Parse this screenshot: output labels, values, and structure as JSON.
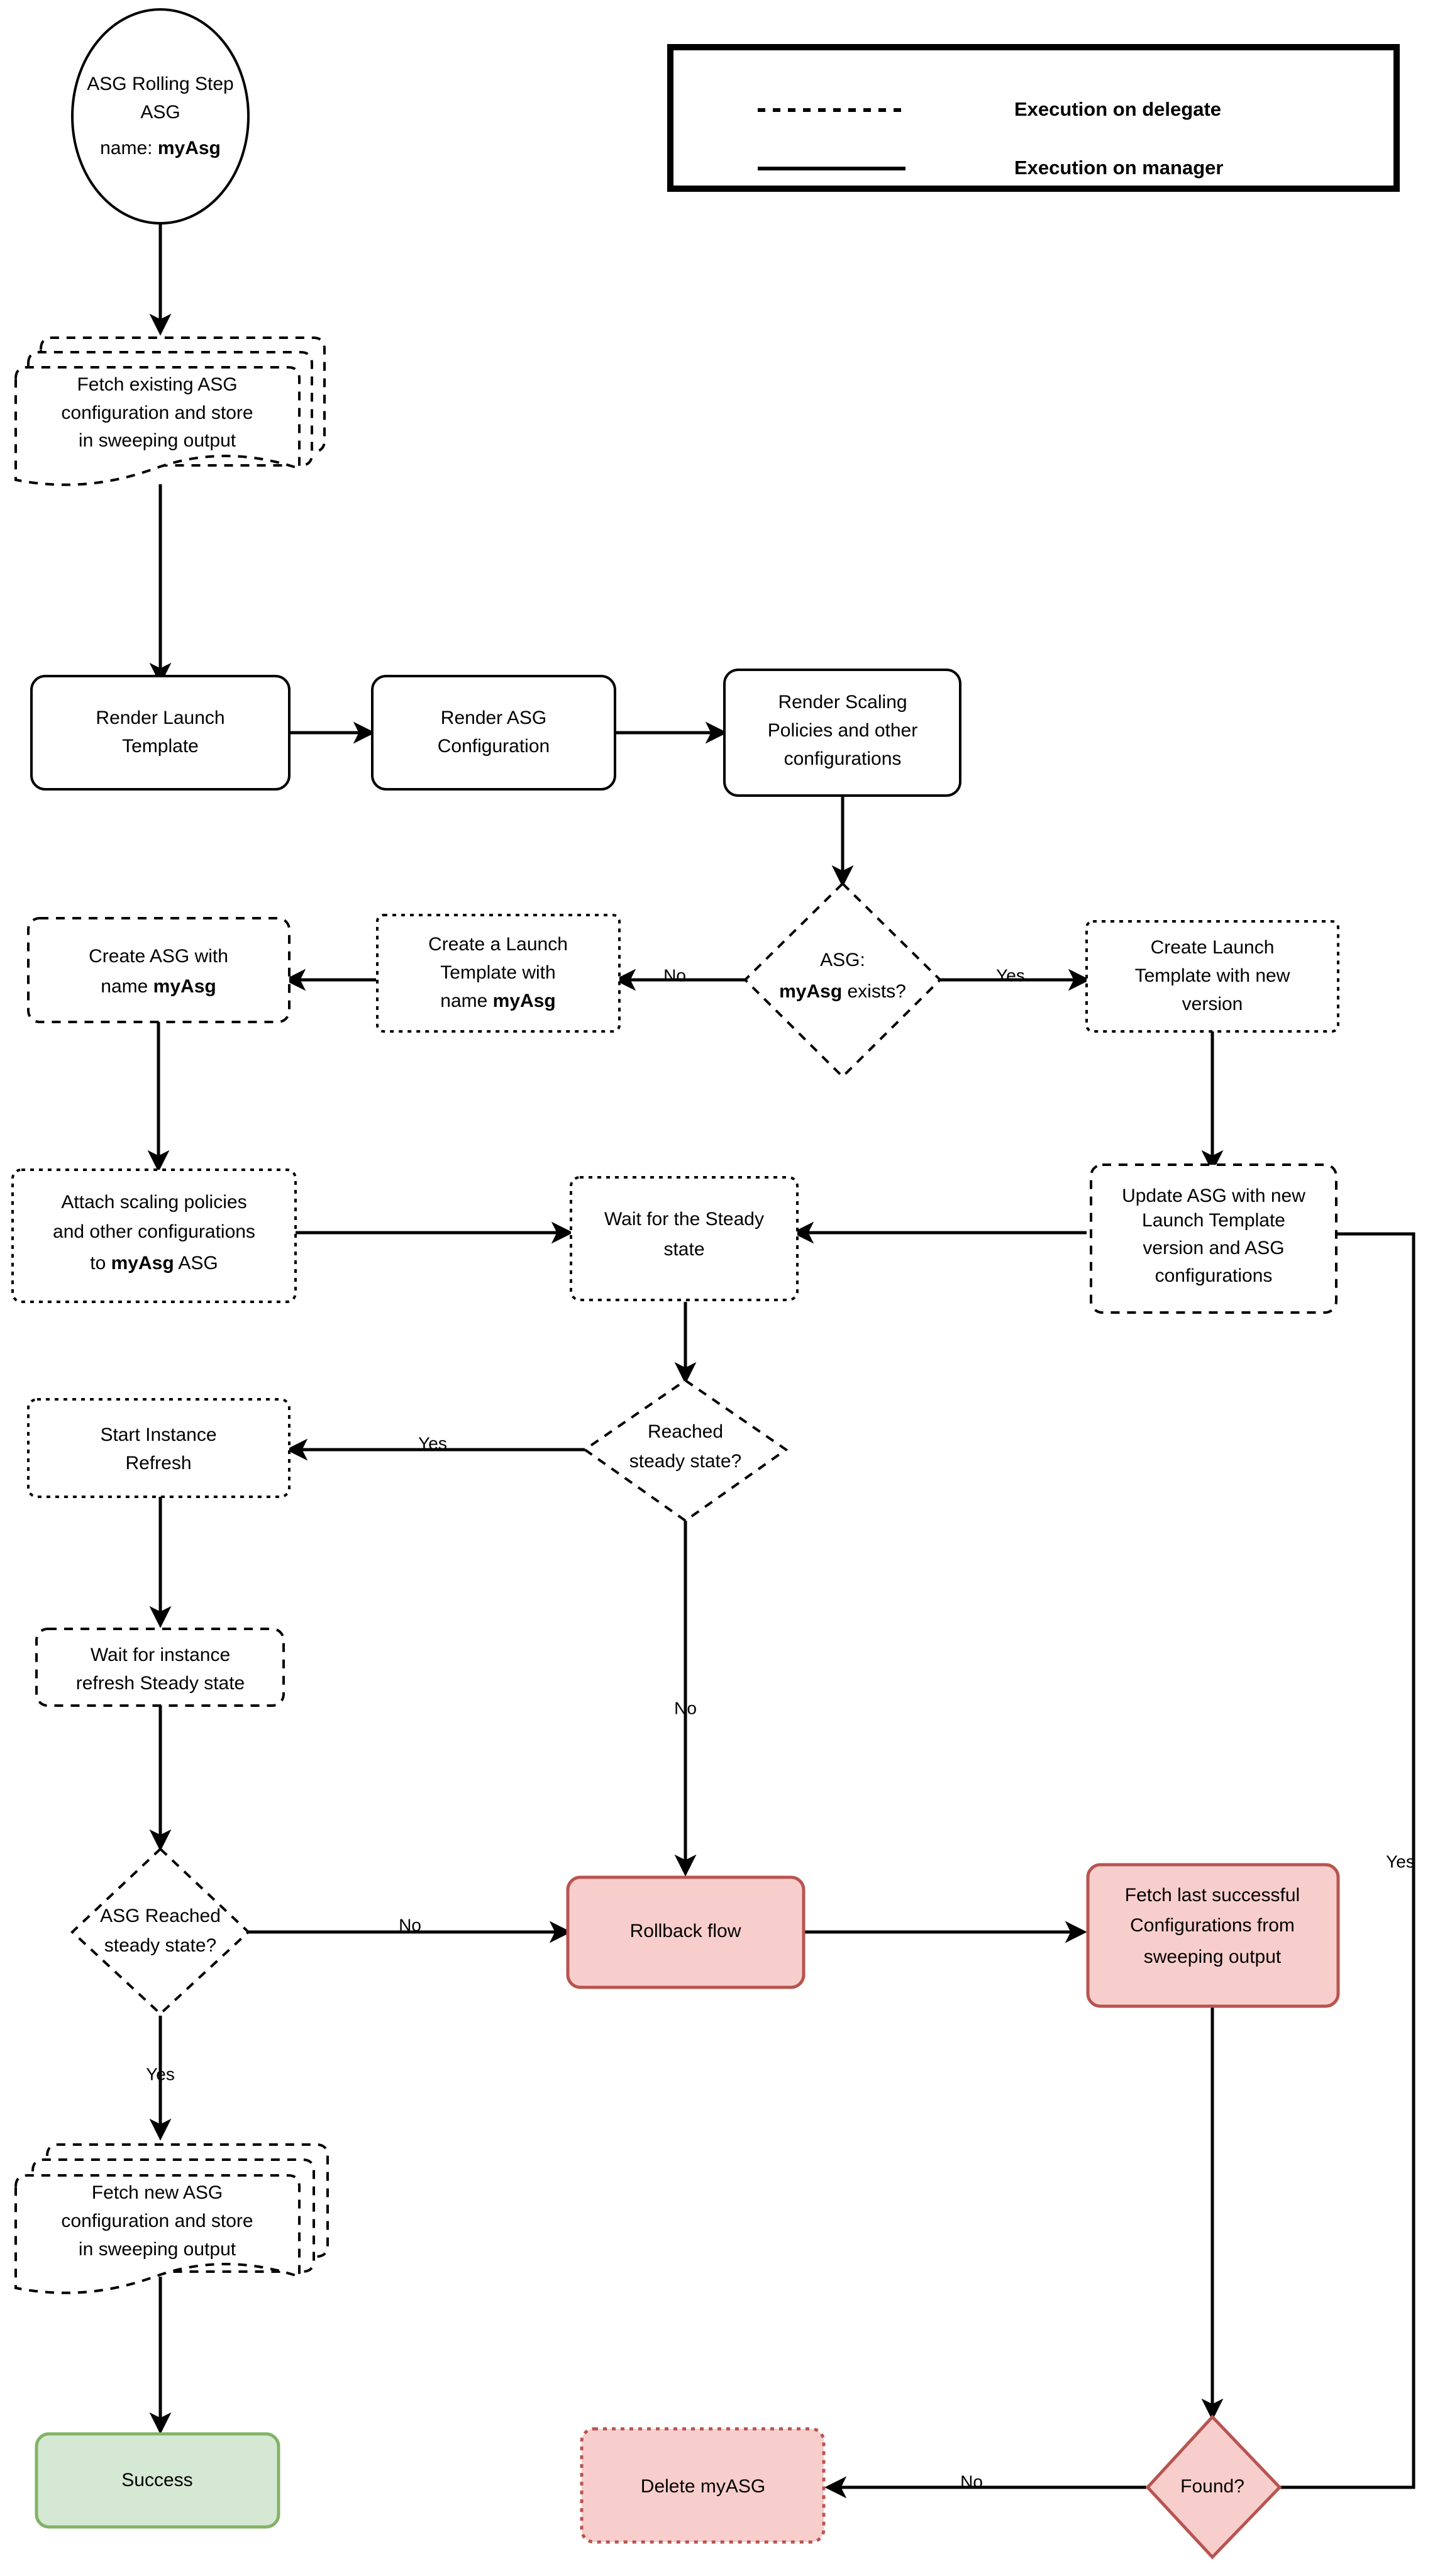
{
  "diagram": {
    "title": "ASG Rolling Step flowchart",
    "colors": {
      "red_fill": "#f8cecc",
      "red_stroke": "#b85450",
      "green_fill": "#d5e8d4",
      "green_stroke": "#82b366",
      "default_fill": "#ffffff",
      "default_stroke": "#000000"
    }
  },
  "legend": {
    "items": [
      {
        "style": "dashed",
        "label": "Execution on delegate"
      },
      {
        "style": "solid",
        "label": "Execution on manager"
      }
    ]
  },
  "nodes": {
    "start": {
      "line1": "ASG Rolling Step",
      "line2": "ASG",
      "line3_prefix": "name: ",
      "line3_bold": "myAsg"
    },
    "fetch_existing": {
      "line1": "Fetch existing ASG",
      "line2": "configuration and store",
      "line3": "in sweeping output"
    },
    "render_launch_template": {
      "line1": "Render Launch",
      "line2": "Template"
    },
    "render_asg_config": {
      "line1": "Render ASG",
      "line2": "Configuration"
    },
    "render_scaling": {
      "line1": "Render Scaling",
      "line2": "Policies and other",
      "line3": "configurations"
    },
    "asg_exists": {
      "line1": "ASG:",
      "line2_bold": "myAsg",
      "line2_rest": " exists?"
    },
    "create_launch_template_new_version": {
      "line1": "Create Launch",
      "line2": "Template with new",
      "line3": "version"
    },
    "create_a_launch_template": {
      "line1": "Create a Launch",
      "line2": "Template with",
      "line3_prefix": "name ",
      "line3_bold": "myAsg"
    },
    "create_asg": {
      "line1": "Create ASG with",
      "line2_prefix": "name ",
      "line2_bold": "myAsg"
    },
    "attach_scaling": {
      "line1": "Attach scaling policies",
      "line2": "and other configurations",
      "line3_prefix": "to ",
      "line3_bold": "myAsg",
      "line3_suffix": " ASG"
    },
    "wait_steady": {
      "line1": "Wait for the Steady",
      "line2": "state"
    },
    "update_asg": {
      "line1": "Update ASG with new",
      "line2": "Launch Template",
      "line3": "version and ASG",
      "line4": "configurations"
    },
    "reached_steady": {
      "line1": "Reached",
      "line2": "steady state?"
    },
    "start_instance_refresh": {
      "line1": "Start Instance",
      "line2": "Refresh"
    },
    "wait_instance_refresh": {
      "line1": "Wait for instance",
      "line2": "refresh Steady state"
    },
    "asg_reached_steady": {
      "line1": "ASG Reached",
      "line2": "steady state?"
    },
    "rollback_flow": {
      "line1": "Rollback flow"
    },
    "fetch_last_successful": {
      "line1": "Fetch last successful",
      "line2": "Configurations from",
      "line3": "sweeping output"
    },
    "fetch_new_asg": {
      "line1": "Fetch new ASG",
      "line2": "configuration and store",
      "line3": "in sweeping output"
    },
    "success": {
      "line1": "Success"
    },
    "delete_myasg": {
      "line1": "Delete myASG"
    },
    "found": {
      "line1": "Found?"
    }
  },
  "edge_labels": {
    "asg_exists_no": "No",
    "asg_exists_yes": "Yes",
    "reached_steady_yes": "Yes",
    "reached_steady_no": "No",
    "asg_reached_no": "No",
    "asg_reached_yes": "Yes",
    "found_no": "No",
    "found_yes": "Yes"
  }
}
